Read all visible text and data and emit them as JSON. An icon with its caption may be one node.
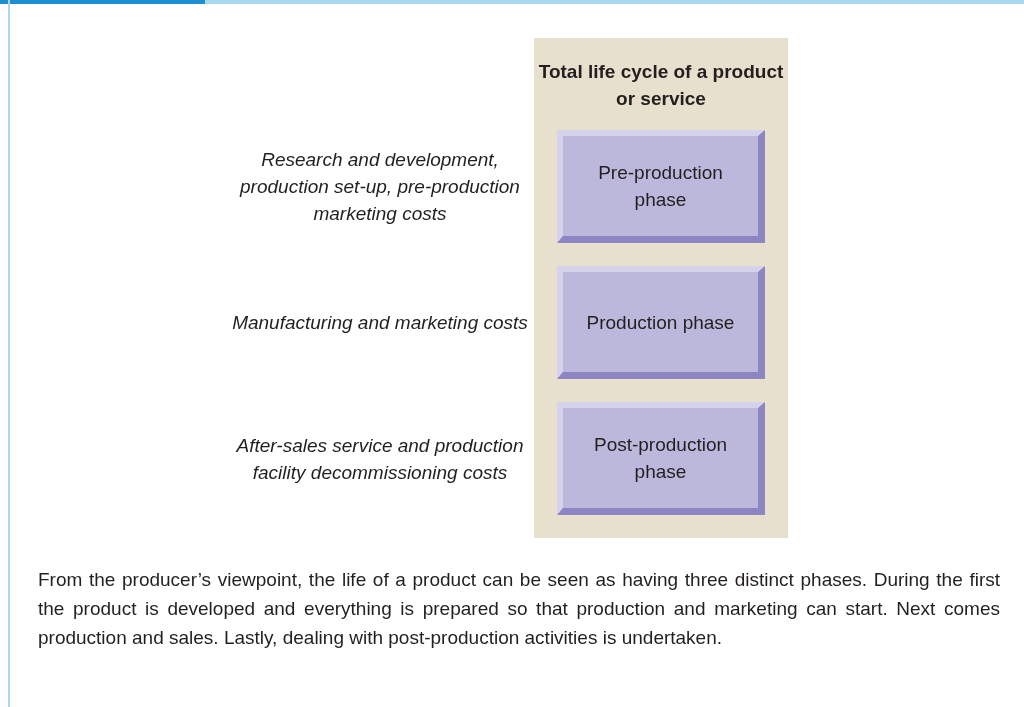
{
  "diagram": {
    "nodes": [
      {
        "text": [
          "Total life cycle of a product or service"
        ]
      },
      {
        "text": [
          "Pre-production phase"
        ],
        "in": 0,
        "beside": [
          "Research and development, production set-up, pre-production marketing costs"
        ]
      },
      {
        "text": [
          "Production phase"
        ],
        "in": 0,
        "beside": [
          "Manufacturing and marketing costs"
        ]
      },
      {
        "text": [
          "Post-production phase"
        ],
        "in": 0,
        "beside": [
          "After-sales service and production facility decommissioning costs"
        ]
      }
    ],
    "caption": "From the producer’s viewpoint, the life of a product can be seen as having three distinct phases. During the first the product is developed and everything is prepared so that production and marketing can start. Next comes production and sales. Lastly, dealing with post-production activities is undertaken."
  }
}
